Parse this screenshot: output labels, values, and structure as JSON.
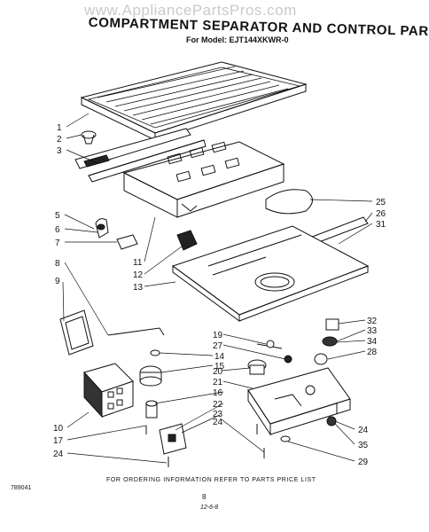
{
  "watermark": "www.AppliancePartsPros.com",
  "title": "COMPARTMENT SEPARATOR AND CONTROL PARTS",
  "model_line": "For Model: EJT144XKWR-0",
  "callouts": {
    "left": [
      "1",
      "2",
      "3",
      "5",
      "6",
      "7",
      "8",
      "9",
      "10",
      "17",
      "24"
    ],
    "center": [
      "11",
      "12",
      "13",
      "19",
      "27",
      "14",
      "15",
      "20",
      "21",
      "16",
      "22",
      "23",
      "24"
    ],
    "right": [
      "25",
      "26",
      "31",
      "32",
      "33",
      "34",
      "28",
      "24",
      "35",
      "29"
    ]
  },
  "footer": {
    "code": "789041",
    "note": "FOR ORDERING INFORMATION REFER TO PARTS PRICE LIST",
    "page": "8",
    "date": "12-6-8"
  }
}
